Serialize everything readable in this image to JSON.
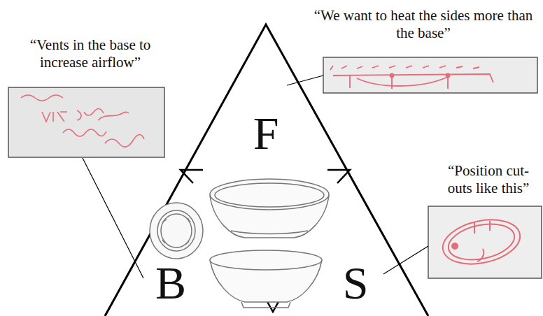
{
  "diagram": {
    "labels": [
      "“Vents in the base to increase airflow”",
      "“We want to heat the sides more than the base”",
      "“Position cut-outs like this”",
      "F",
      "B",
      "S"
    ]
  }
}
